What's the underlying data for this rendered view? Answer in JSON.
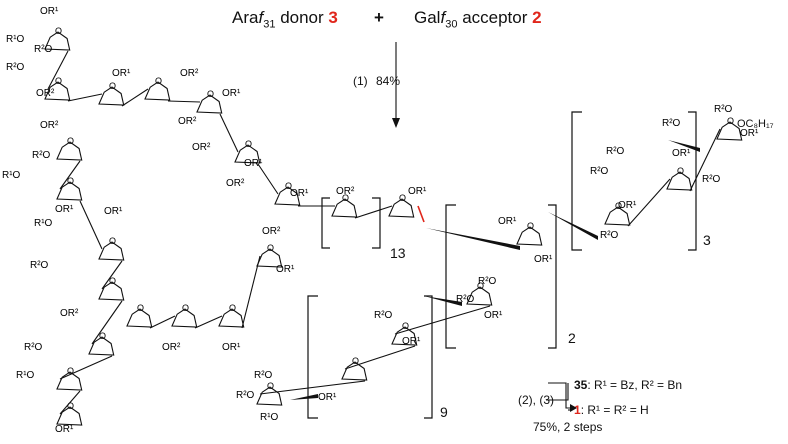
{
  "reaction": {
    "donor_name_prefix": "Ara",
    "donor_name_italic": "f",
    "donor_name_sub": "31",
    "donor_word": "donor",
    "donor_number": "3",
    "plus": "+",
    "acceptor_name_prefix": "Gal",
    "acceptor_name_italic": "f",
    "acceptor_name_sub": "30",
    "acceptor_word": "acceptor",
    "acceptor_number": "2",
    "step1_label": "(1)",
    "step1_yield": "84%",
    "step23_label": "(2), (3)",
    "step23_yield": "75%, 2 steps"
  },
  "compounds": {
    "protected_id": "35",
    "protected_text": ": R¹ = Bz, R² = Bn",
    "deprotected_id": "1",
    "deprotected_text": ": R¹ = R² = H"
  },
  "repeat_counts": {
    "galactan_top": "3",
    "arabinan_13": "13",
    "galactan_mid": "2",
    "galactan_bottom": "9"
  },
  "substituents": {
    "or1": "OR¹",
    "or2": "OR²",
    "r1o": "R¹O",
    "r2o": "R²O",
    "o": "O",
    "octyl": "OC₈H₁₇"
  },
  "colors": {
    "highlight": "#e0261b",
    "ink": "#111111"
  }
}
